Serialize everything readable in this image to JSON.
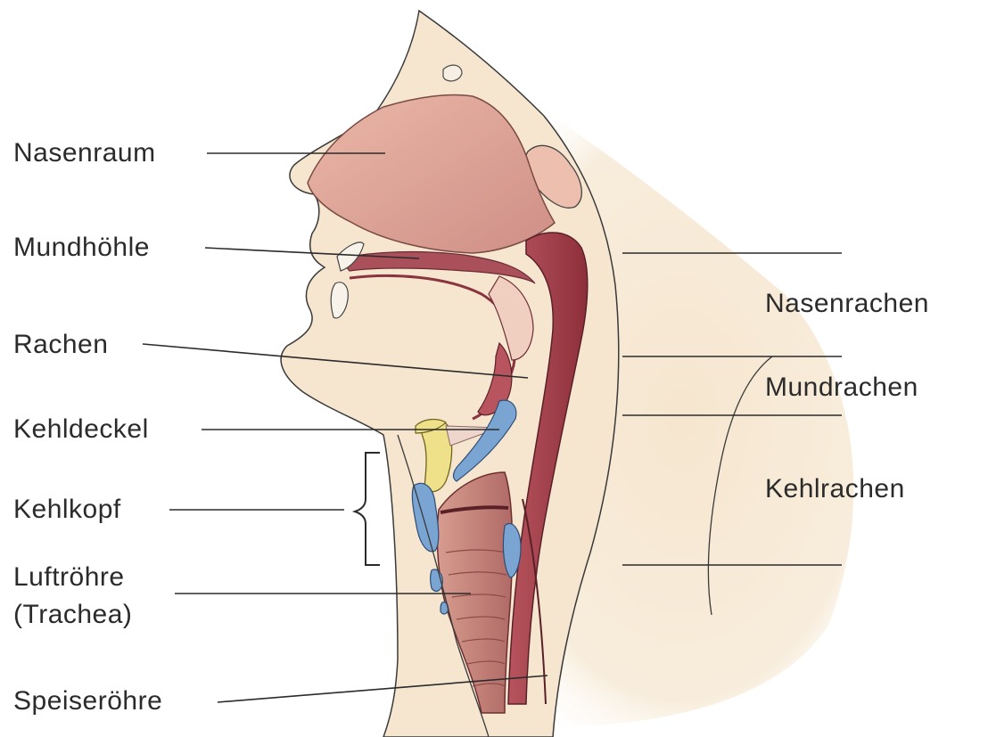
{
  "left_labels": {
    "nasenraum": "Nasenraum",
    "mundhoehle": "Mundhöhle",
    "rachen": "Rachen",
    "kehldeckel": "Kehldeckel",
    "kehlkopf": "Kehlkopf",
    "luftroehre_line1": "Luftröhre",
    "luftroehre_line2": "(Trachea)",
    "speiseroehre": "Speiseröhre"
  },
  "right_labels": {
    "nasenrachen": "Nasenrachen",
    "mundrachen": "Mundrachen",
    "kehlrachen": "Kehlrachen"
  },
  "colors": {
    "skin": "#f6e6cf",
    "cavity": "#e9b6a4",
    "muscle": "#9c3f4a",
    "cartilage_yellow": "#efe08a",
    "cartilage_blue": "#7aa4d2",
    "trachea": "#c98a7e",
    "line": "#2b2b2b"
  }
}
